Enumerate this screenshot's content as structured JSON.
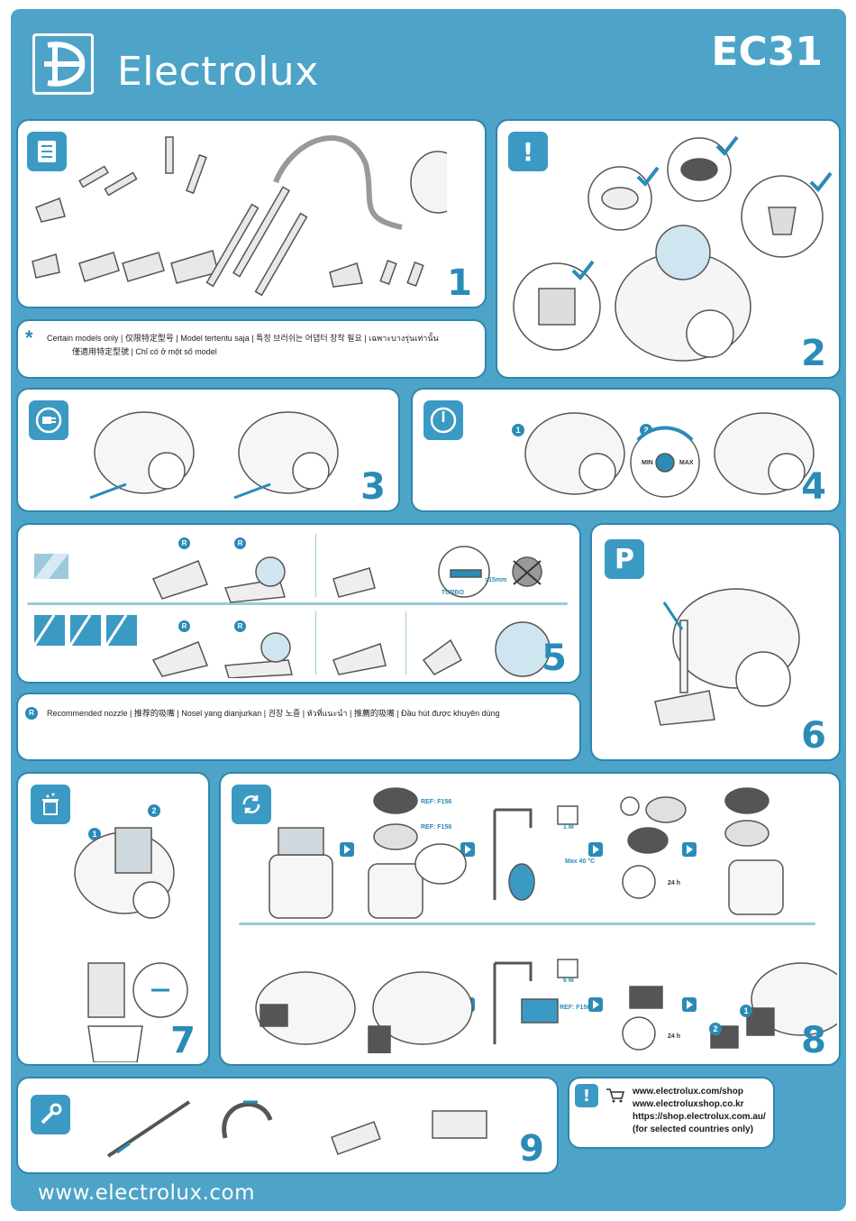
{
  "header": {
    "brand": "Electrolux",
    "model": "EC31"
  },
  "steps": {
    "s1": "1",
    "s2": "2",
    "s3": "3",
    "s4": "4",
    "s5": "5",
    "s6": "6",
    "s7": "7",
    "s8": "8",
    "s9": "9"
  },
  "notes": {
    "certain_models_line1": "Certain models only | 仅限特定型号 | Model tertentu saja | 특정 브러쉬는 어댑터 장착 필요 | เฉพาะบางรุ่นเท่านั้น",
    "certain_models_line2": "僅適用特定型號 | Chỉ có ở một số model",
    "recommended_nozzle": "Recommended nozzle | 推荐的吸嘴 | Nosel yang dianjurkan | 권장 노즐 | หัวที่แนะนำ | 推薦的吸嘴 | Đầu hút được khuyên dùng"
  },
  "labels": {
    "asterisk": "*",
    "r_badge": "R",
    "power_1": "1",
    "power_2": "2",
    "min": "MIN",
    "max": "MAX",
    "turbo": "TURBO",
    "clearance": ">15mm",
    "ref_f156_a": "REF: F156",
    "ref_f156_b": "REF: F156",
    "ref_f156_c": "REF: F156",
    "interval_1m": "1 M",
    "interval_6m": "6 M",
    "max_temp": "Max 40 °C",
    "dry_24h_a": "24 h",
    "dry_24h_b": "24 h",
    "empty_1": "1",
    "empty_2": "2",
    "filter_1": "1",
    "filter_2": "2",
    "exclaim": "!",
    "park": "P"
  },
  "shop": {
    "url1": "www.electrolux.com/shop",
    "url2": "www.electroluxshop.co.kr",
    "url3": "https://shop.electrolux.com.au/",
    "url4": "(for selected countries only)"
  },
  "footer": {
    "website": "www.electrolux.com"
  },
  "colors": {
    "background": "#4da4c8",
    "accent": "#2a8bb6",
    "panel": "#ffffff"
  },
  "icons": [
    "electrolux-logo",
    "checklist-icon",
    "exclamation-icon",
    "plug-icon",
    "power-icon",
    "parking-icon",
    "bin-empty-icon",
    "refresh-icon",
    "wrench-icon",
    "cart-icon"
  ]
}
